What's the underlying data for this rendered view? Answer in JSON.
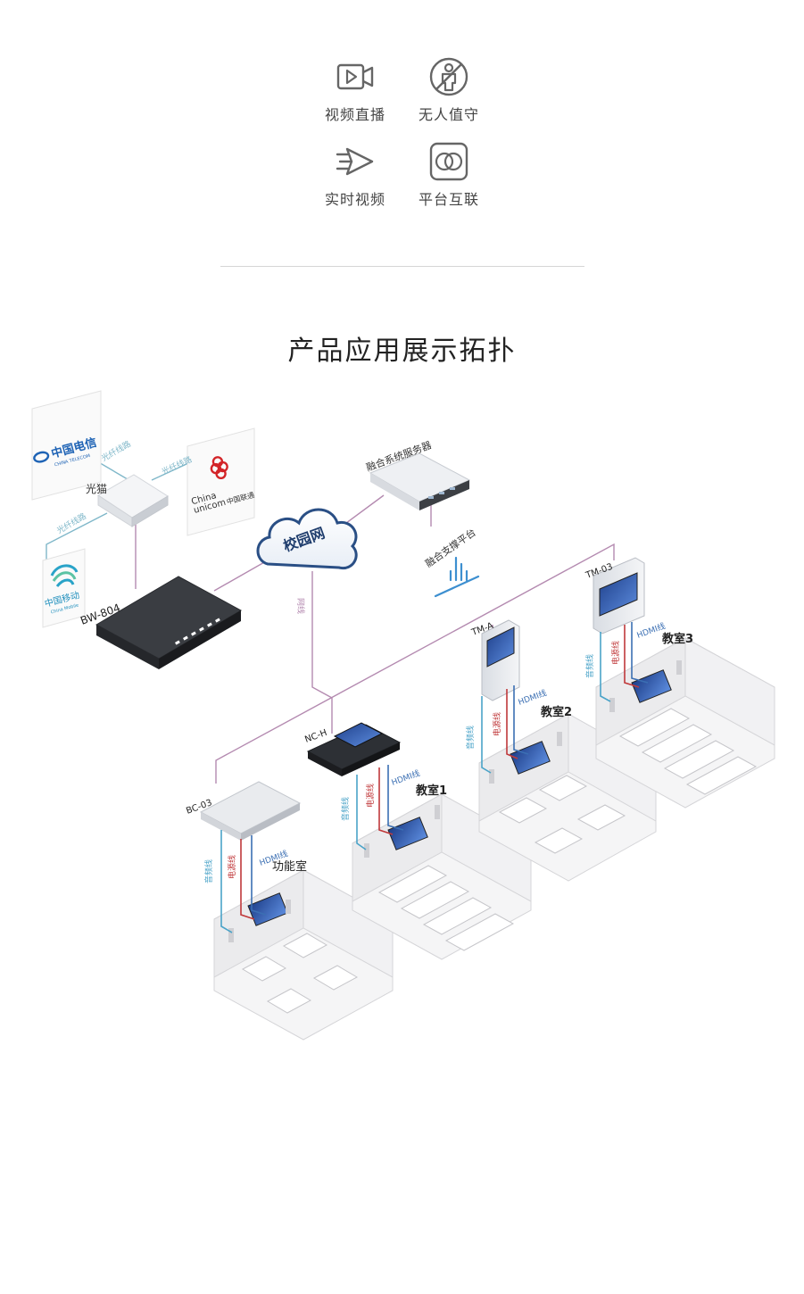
{
  "features": [
    {
      "label": "视频直播",
      "icon": "video-play-icon"
    },
    {
      "label": "无人值守",
      "icon": "no-person-icon"
    },
    {
      "label": "实时视频",
      "icon": "send-arrow-icon"
    },
    {
      "label": "平台互联",
      "icon": "interlinked-rings-icon"
    }
  ],
  "section_title": "产品应用展示拓扑",
  "diagram": {
    "carriers": {
      "telecom": {
        "cn": "中国电信",
        "en": "CHINA TELECOM"
      },
      "unicom": {
        "en1": "China",
        "en2": "unicom",
        "cn": "中国联通"
      },
      "mobile": {
        "cn": "中国移动",
        "en": "China Mobile"
      }
    },
    "link_labels": {
      "fiber_telecom": "光纤线路",
      "fiber_unicom": "光纤线路",
      "fiber_mobile": "光纤线路",
      "network": "网线",
      "audio": "音频线",
      "power": "电源线",
      "hdmi": "HDMI线"
    },
    "devices": {
      "modem": "光猫",
      "router": "BW-804",
      "cloud": "校园网",
      "server": "融合系统服务器",
      "platform": "融合支撑平台",
      "tm_a": "TM-A",
      "tm_03": "TM-03",
      "nc_h": "NC-H",
      "bc_03": "BC-03"
    },
    "rooms": {
      "function_room": "功能室",
      "classroom1": "教室1",
      "classroom2": "教室2",
      "classroom3": "教室3"
    }
  },
  "colors": {
    "fiber": "#7fb7c9",
    "network": "#b48ab0",
    "audio": "#4aa3c8",
    "power": "#c0393b",
    "hdmi": "#3b6fb3"
  }
}
